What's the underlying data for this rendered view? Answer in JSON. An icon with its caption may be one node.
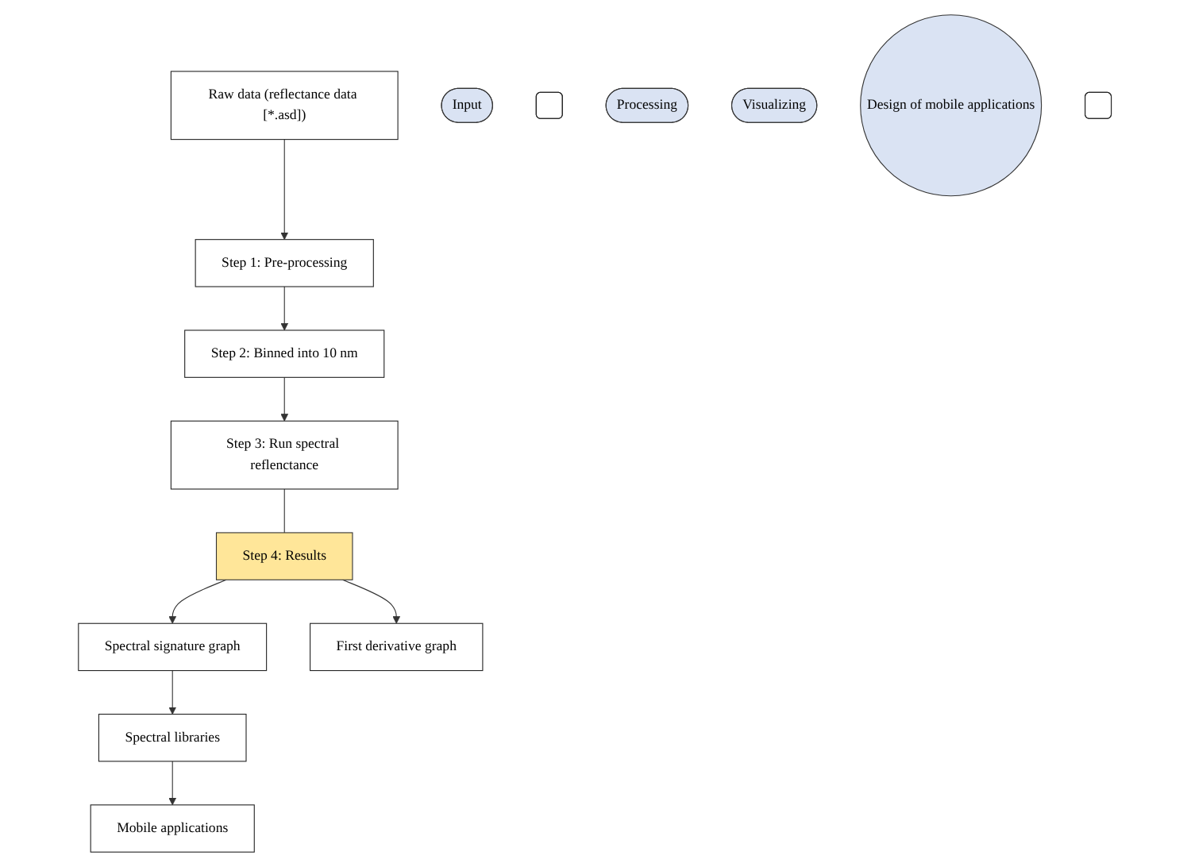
{
  "diagram": {
    "nodes": [
      {
        "text": [
          "Raw data (reflectance data [*.asd])"
        ]
      },
      {
        "text": [
          "Input"
        ]
      },
      {
        "text": [
          "Step 1: Pre-processing"
        ]
      },
      {
        "text": [
          "Step 2: Binned into 10 nm"
        ]
      },
      {
        "text": [
          "Step 3: Run spectral reflenctance"
        ]
      },
      {
        "text": [],
        "shape": "box"
      },
      {
        "text": [
          "Processing"
        ]
      },
      {
        "text": [
          "Step 4: Results"
        ]
      },
      {
        "text": [
          "Visualizing"
        ]
      },
      {
        "text": [
          "Spectral signature graph"
        ]
      },
      {
        "text": [
          "First derivative graph"
        ]
      },
      {
        "text": [
          "Design of mobile applications"
        ]
      },
      {
        "text": [
          "Spectral libraries"
        ]
      },
      {
        "text": [
          "Mobile applications"
        ]
      },
      {
        "text": [],
        "shape": "box"
      }
    ],
    "edges": [
      {
        "from": 0,
        "to": 2,
        "arrow": "to"
      },
      {
        "from": 2,
        "to": 3,
        "arrow": "to"
      },
      {
        "from": 3,
        "to": 4,
        "arrow": "to"
      },
      {
        "from": 4,
        "to": 7,
        "arrow": "none"
      },
      {
        "from": 7,
        "to": 9,
        "arrow": "to"
      },
      {
        "from": 7,
        "to": 10,
        "arrow": "to"
      },
      {
        "from": 9,
        "to": 12,
        "arrow": "to"
      },
      {
        "from": 12,
        "to": 13,
        "arrow": "to"
      }
    ]
  }
}
